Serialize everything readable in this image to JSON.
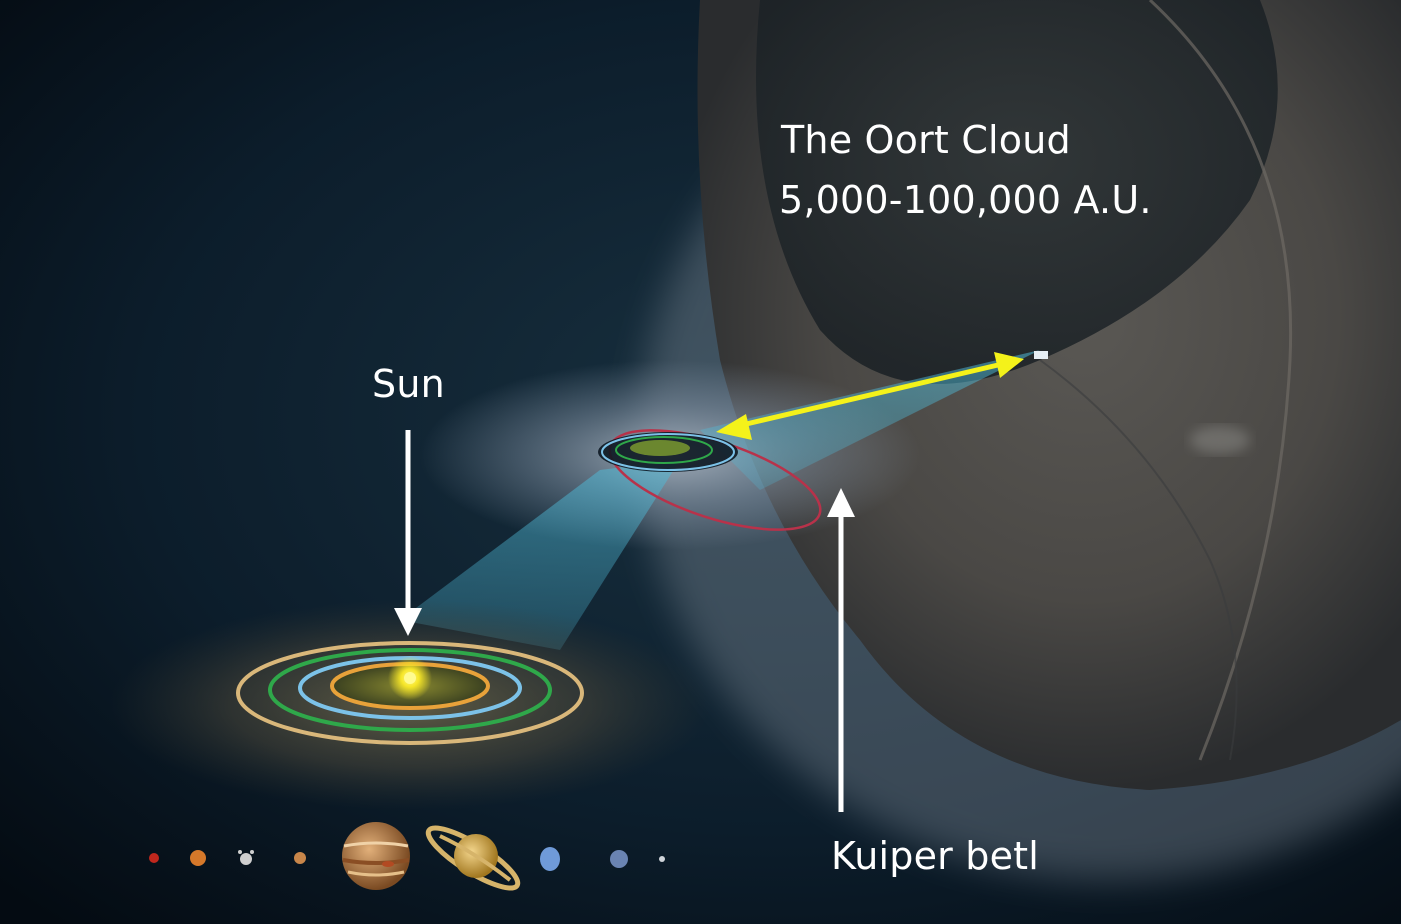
{
  "labels": {
    "title": "The Oort Cloud",
    "range": "5,000-100,000 A.U.",
    "sun": "Sun",
    "kuiper": "Kuiper betl"
  },
  "colors": {
    "background": "#0a1a2a",
    "oort_shell": "#6a6660",
    "haze": "#9aa8b8",
    "cone": "#4fb9d6",
    "yellow_arrow": "#f4f21a",
    "white_arrow": "#ffffff",
    "orbit_gold": "#d9b77a",
    "orbit_green": "#2fa84a",
    "orbit_blue": "#7cc2e8",
    "orbit_orange": "#e8a23a",
    "sun": "#f6e628",
    "kuiper_orbit_red": "#b8324a"
  },
  "planets": [
    {
      "name": "mercury",
      "color": "#c0271d"
    },
    {
      "name": "venus",
      "color": "#d5782a"
    },
    {
      "name": "earth",
      "color": "#cfcfcf"
    },
    {
      "name": "mars",
      "color": "#c8864a"
    },
    {
      "name": "jupiter",
      "color": "#b0702e"
    },
    {
      "name": "saturn",
      "color": "#d6a64a"
    },
    {
      "name": "uranus",
      "color": "#6f9ad8"
    },
    {
      "name": "neptune",
      "color": "#6a84b2"
    },
    {
      "name": "pluto",
      "color": "#cfd4da"
    }
  ]
}
